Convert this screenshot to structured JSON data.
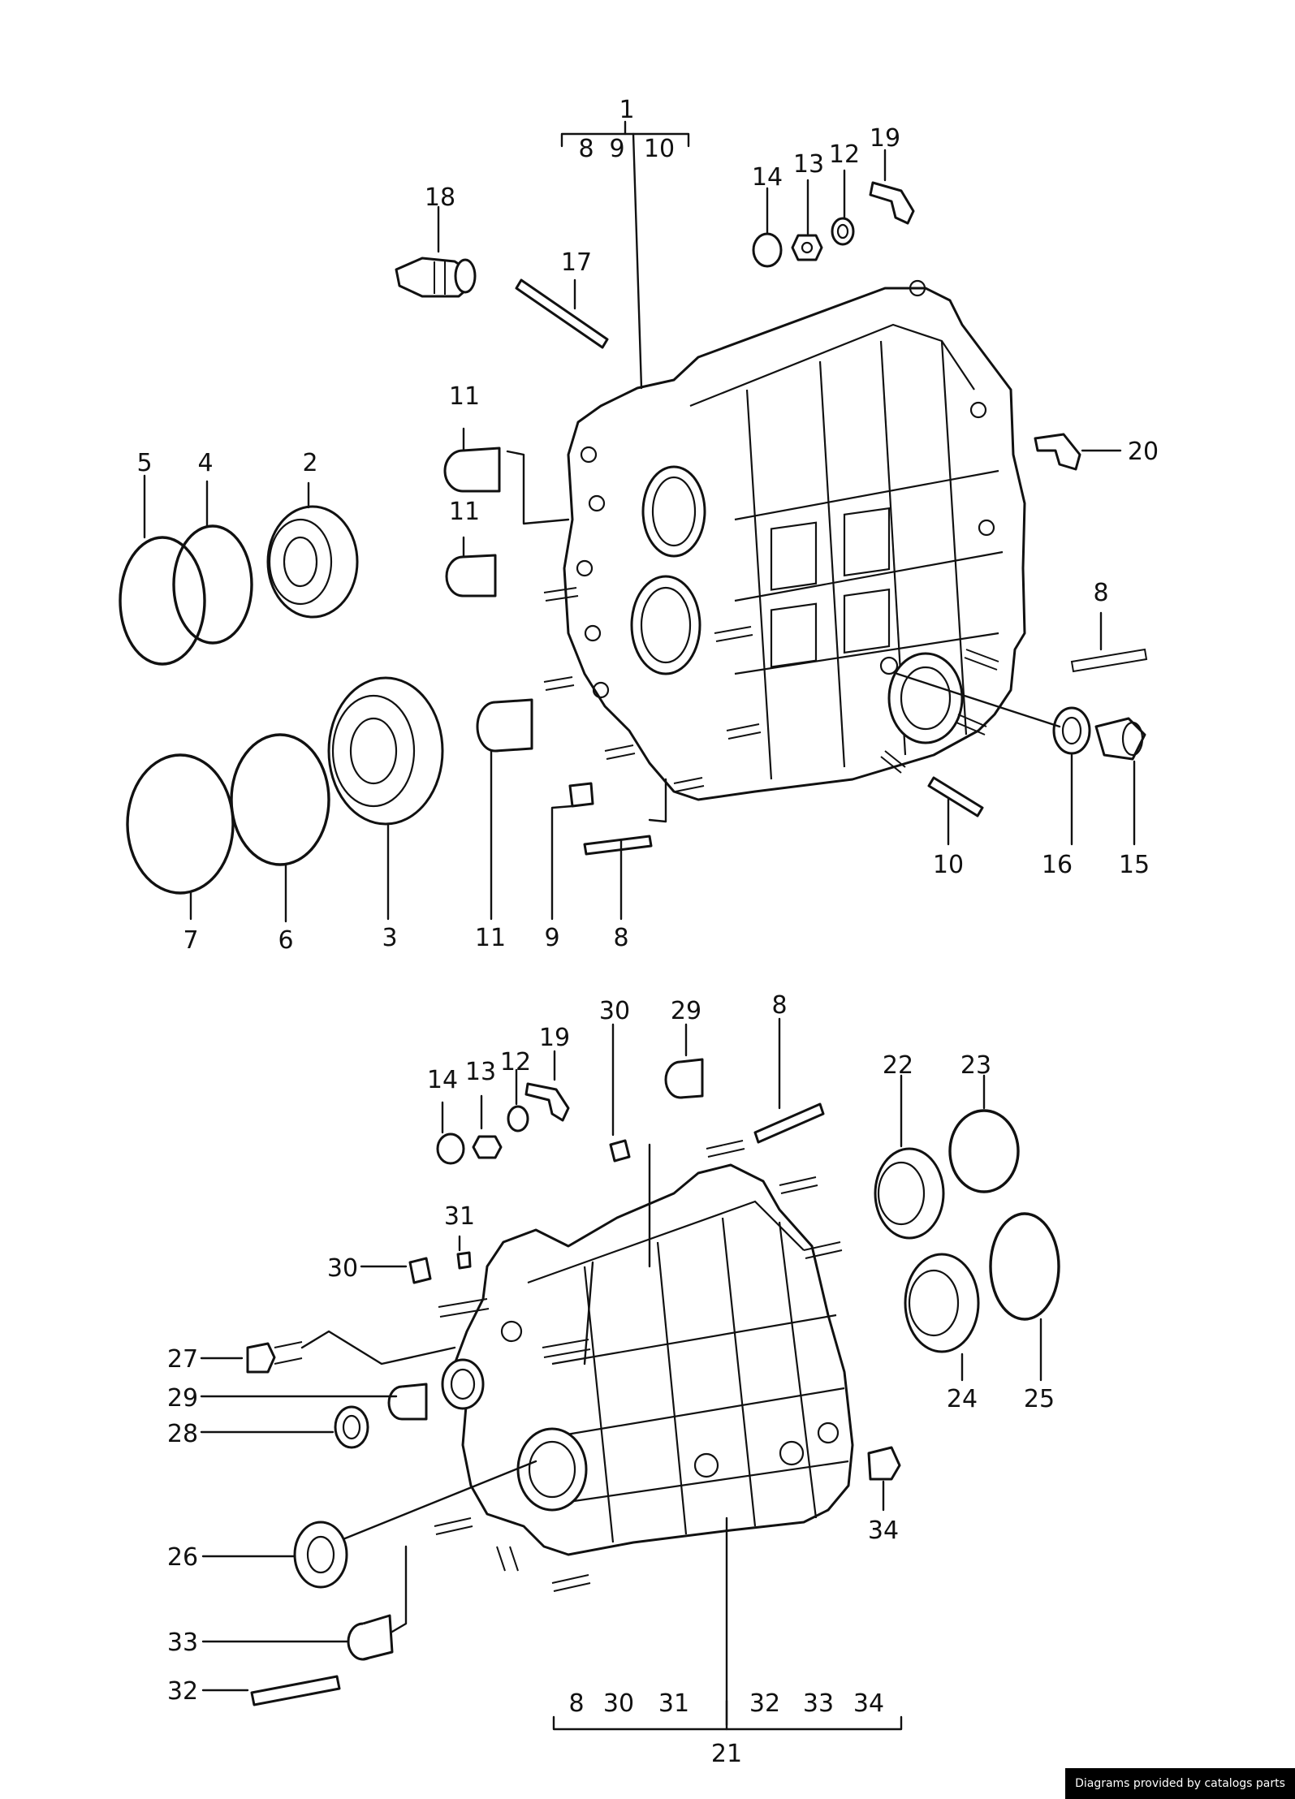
{
  "credit": "Diagrams provided by catalogs parts",
  "callouts": [
    "1",
    "8",
    "9",
    "10",
    "18",
    "17",
    "14",
    "13",
    "12",
    "19",
    "11",
    "11",
    "20",
    "5",
    "4",
    "2",
    "8",
    "7",
    "6",
    "3",
    "11",
    "9",
    "8",
    "10",
    "16",
    "15",
    "30",
    "29",
    "8",
    "14",
    "13",
    "12",
    "19",
    "22",
    "23",
    "31",
    "30",
    "27",
    "29",
    "28",
    "24",
    "25",
    "26",
    "34",
    "33",
    "32",
    "8",
    "30",
    "31",
    "32",
    "33",
    "34",
    "21"
  ]
}
